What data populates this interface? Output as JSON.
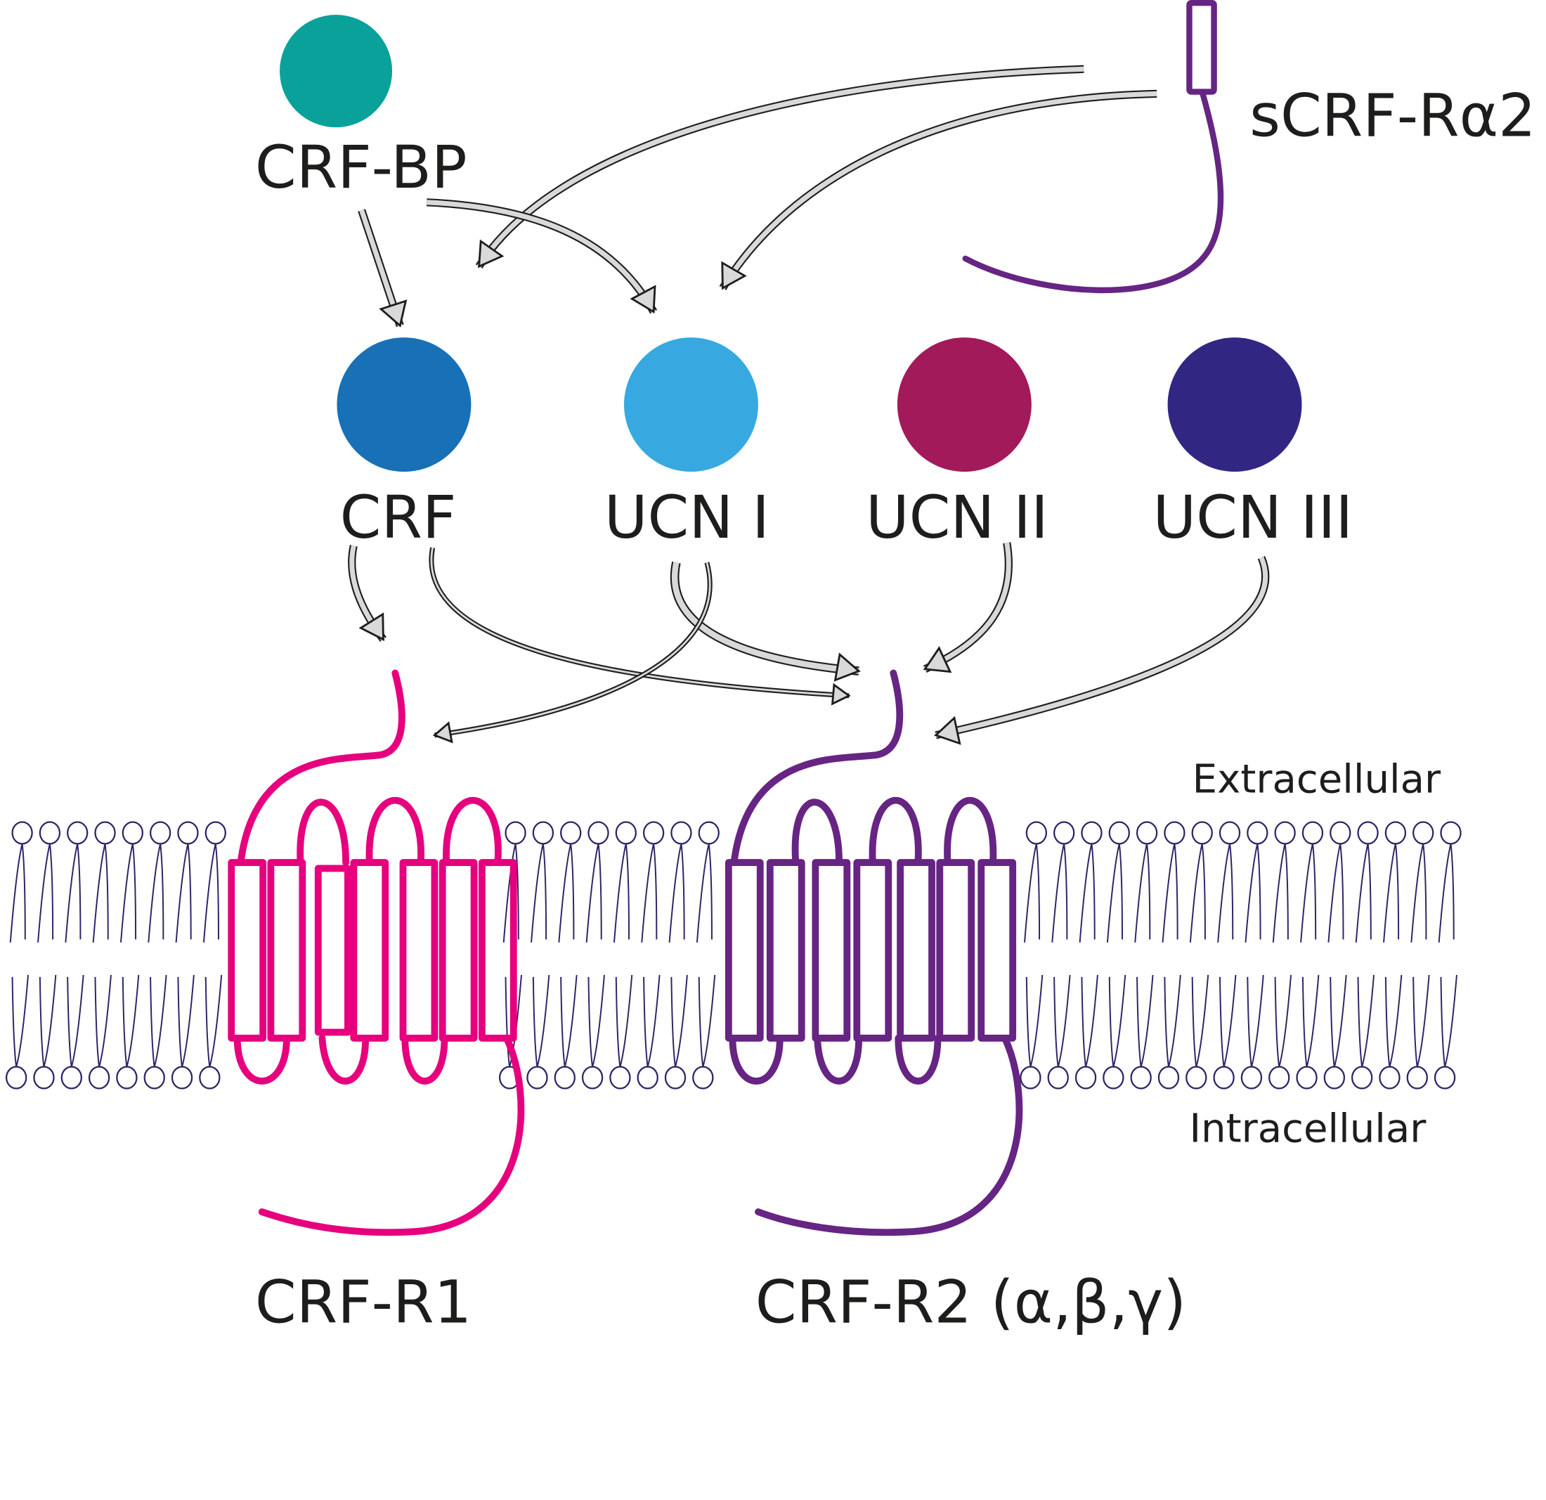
{
  "ligands": [
    {
      "id": "crf-bp",
      "label": "CRF-BP",
      "color": "#0aa19a"
    },
    {
      "id": "crf",
      "label": "CRF",
      "color": "#1870b7"
    },
    {
      "id": "ucn1",
      "label": "UCN I",
      "color": "#37a9e0"
    },
    {
      "id": "ucn2",
      "label": "UCN II",
      "color": "#a21a5a"
    },
    {
      "id": "ucn3",
      "label": "UCN III",
      "color": "#312783"
    }
  ],
  "soluble_receptor": {
    "label": "sCRF-Rα2",
    "color": "#662483"
  },
  "receptors": [
    {
      "id": "crf-r1",
      "label": "CRF-R1",
      "color": "#e6007e"
    },
    {
      "id": "crf-r2",
      "label": "CRF-R2 (α,β,γ)",
      "color": "#662483"
    }
  ],
  "compartments": {
    "extracellular": "Extracellular",
    "intracellular": "Intracellular"
  },
  "interactions": [
    {
      "from": "CRF-BP",
      "to": "CRF"
    },
    {
      "from": "CRF-BP",
      "to": "UCN I"
    },
    {
      "from": "sCRF-Rα2",
      "to": "CRF"
    },
    {
      "from": "sCRF-Rα2",
      "to": "UCN I"
    },
    {
      "from": "CRF",
      "to": "CRF-R1"
    },
    {
      "from": "CRF",
      "to": "CRF-R2"
    },
    {
      "from": "UCN I",
      "to": "CRF-R1"
    },
    {
      "from": "UCN I",
      "to": "CRF-R2"
    },
    {
      "from": "UCN II",
      "to": "CRF-R2"
    },
    {
      "from": "UCN III",
      "to": "CRF-R2"
    }
  ]
}
